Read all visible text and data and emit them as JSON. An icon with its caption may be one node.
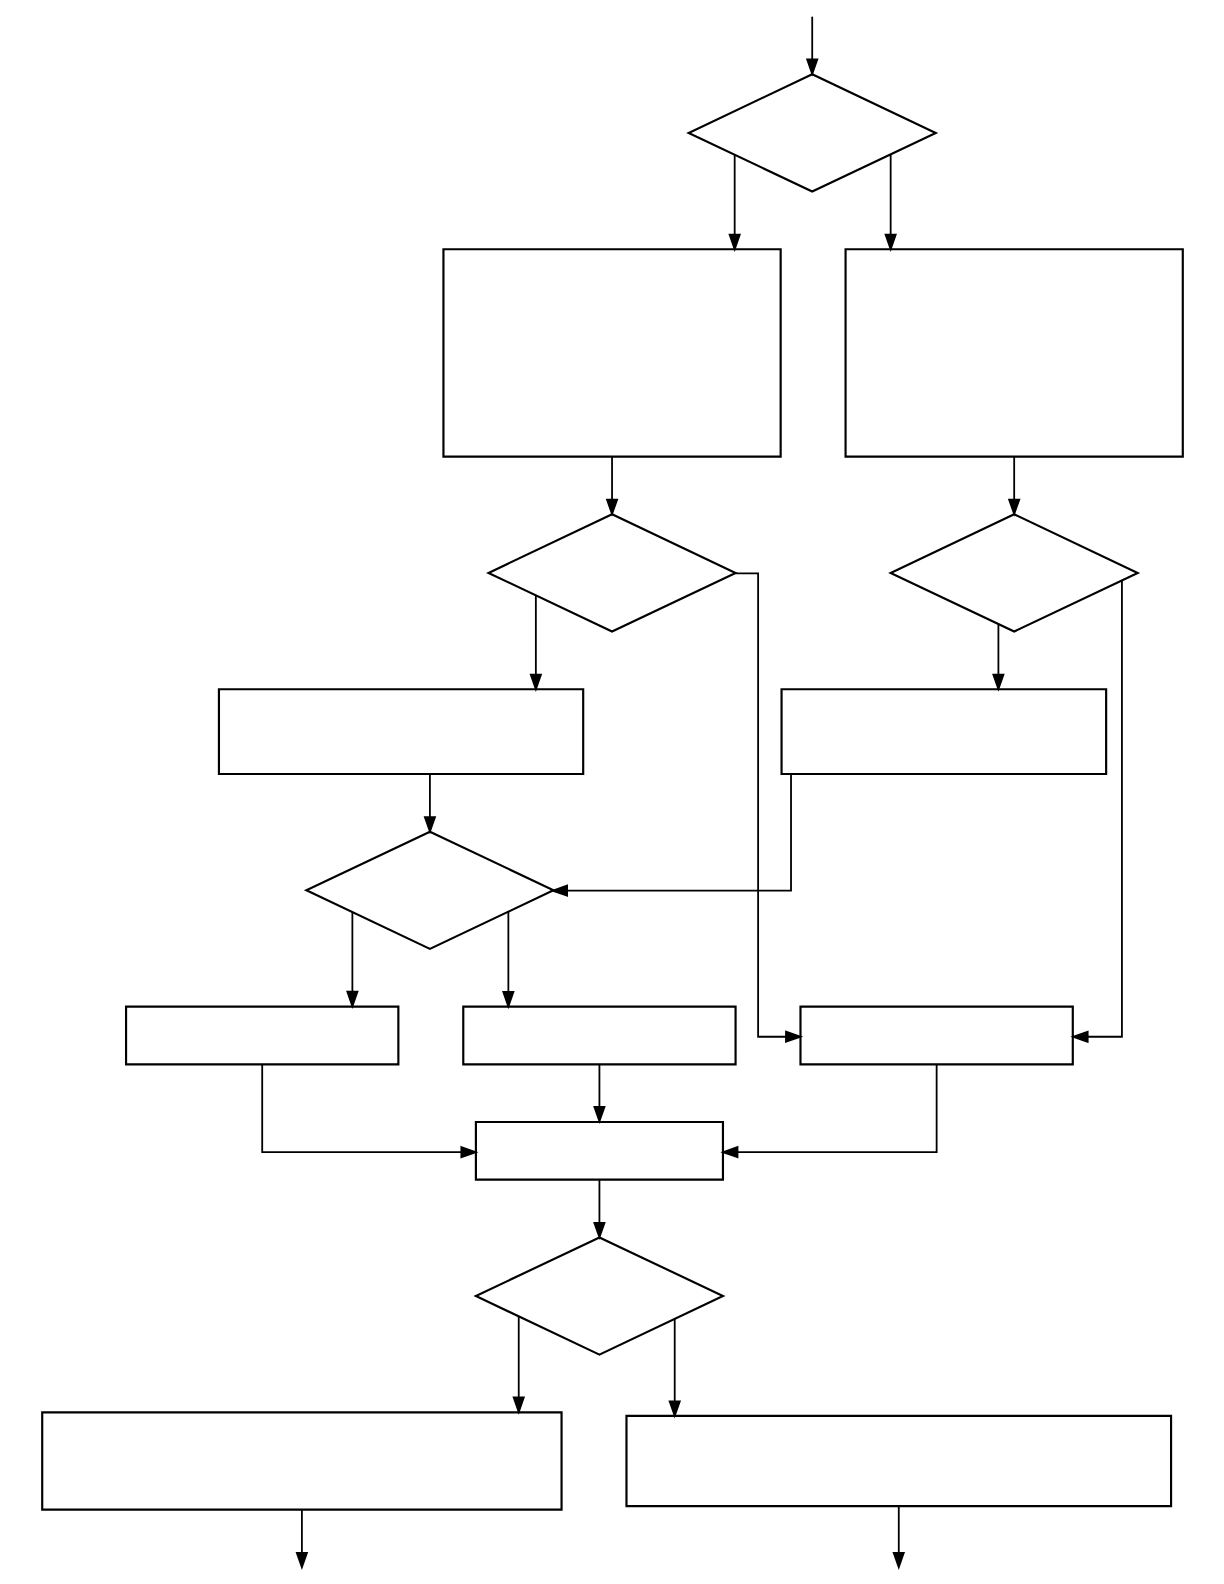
{
  "diagram": {
    "nodes": [
      {
        "text": [],
        "shape": "diamond"
      },
      {
        "text": [],
        "shape": "box"
      },
      {
        "text": [],
        "shape": "box"
      },
      {
        "text": [],
        "shape": "diamond"
      },
      {
        "text": [],
        "shape": "diamond"
      },
      {
        "text": [],
        "shape": "box"
      },
      {
        "text": [],
        "shape": "box"
      },
      {
        "text": [],
        "shape": "diamond"
      },
      {
        "text": [],
        "shape": "box"
      },
      {
        "text": [],
        "shape": "box"
      },
      {
        "text": [],
        "shape": "box"
      },
      {
        "text": [],
        "shape": "box"
      },
      {
        "text": [],
        "shape": "diamond"
      },
      {
        "text": [],
        "shape": "box"
      },
      {
        "text": [],
        "shape": "box"
      }
    ],
    "edges": [
      {
        "from": null,
        "to": 0,
        "arrow": "to"
      },
      {
        "from": 0,
        "to": 1,
        "arrow": "to"
      },
      {
        "from": 0,
        "to": 2,
        "arrow": "to"
      },
      {
        "from": 1,
        "to": 3,
        "arrow": "to"
      },
      {
        "from": 2,
        "to": 4,
        "arrow": "to"
      },
      {
        "from": 3,
        "to": 5,
        "arrow": "to"
      },
      {
        "from": 3,
        "to": 10,
        "arrow": "to"
      },
      {
        "from": 4,
        "to": 6,
        "arrow": "to"
      },
      {
        "from": 4,
        "to": 10,
        "arrow": "to"
      },
      {
        "from": 5,
        "to": 7,
        "arrow": "to"
      },
      {
        "from": 6,
        "to": 7,
        "arrow": "to"
      },
      {
        "from": 7,
        "to": 8,
        "arrow": "to"
      },
      {
        "from": 7,
        "to": 9,
        "arrow": "to"
      },
      {
        "from": 8,
        "to": 11,
        "arrow": "to"
      },
      {
        "from": 9,
        "to": 11,
        "arrow": "to"
      },
      {
        "from": 10,
        "to": 11,
        "arrow": "to"
      },
      {
        "from": 11,
        "to": 12,
        "arrow": "to"
      },
      {
        "from": 12,
        "to": 13,
        "arrow": "to"
      },
      {
        "from": 12,
        "to": 14,
        "arrow": "to"
      },
      {
        "from": 13,
        "to": null,
        "arrow": "to"
      },
      {
        "from": 14,
        "to": null,
        "arrow": "to"
      }
    ]
  }
}
